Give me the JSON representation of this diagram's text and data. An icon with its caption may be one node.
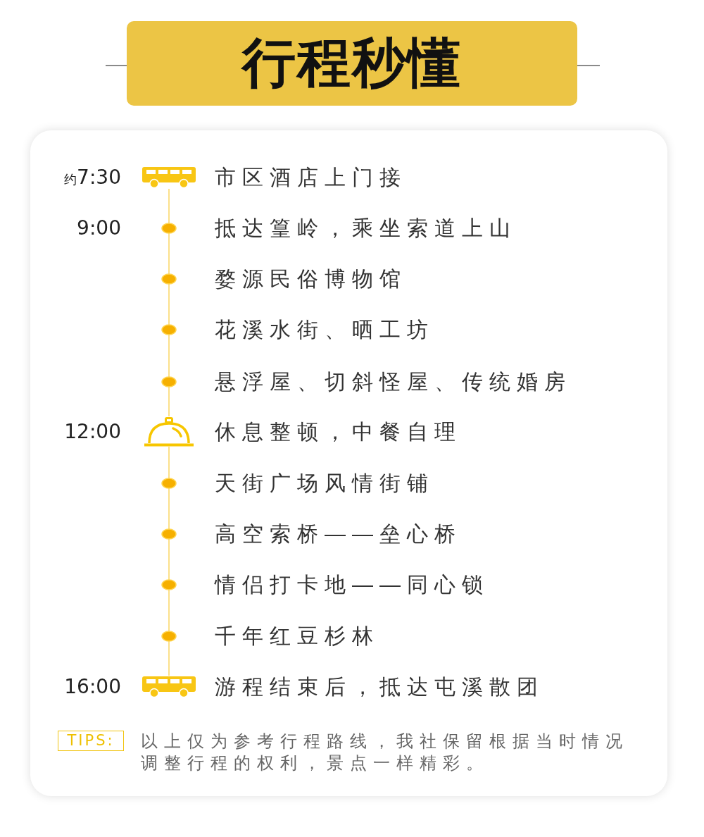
{
  "diagram": {
    "title": "行程秒懂",
    "nodes": [
      {
        "text": [
          "市区酒店上门接"
        ],
        "beside": [
          "约7:30"
        ]
      },
      {
        "text": [
          "抵达篁岭，乘坐索道上山"
        ],
        "beside": [
          "9:00"
        ]
      },
      {
        "text": [
          "婺源民俗博物馆"
        ]
      },
      {
        "text": [
          "花溪水街、晒工坊"
        ]
      },
      {
        "text": [
          "悬浮屋、切斜怪屋、传统婚房"
        ]
      },
      {
        "text": [
          "休息整顿，中餐自理"
        ],
        "beside": [
          "12:00"
        ]
      },
      {
        "text": [
          "天街广场风情街铺"
        ]
      },
      {
        "text": [
          "高空索桥——垒心桥"
        ]
      },
      {
        "text": [
          "情侣打卡地——同心锁"
        ]
      },
      {
        "text": [
          "千年红豆杉林"
        ]
      },
      {
        "text": [
          "游程结束后，抵达屯溪散团"
        ],
        "beside": [
          "16:00"
        ]
      }
    ],
    "edges": [
      {
        "from": 0,
        "to": 1,
        "arrow": "none"
      },
      {
        "from": 1,
        "to": 2,
        "arrow": "none"
      },
      {
        "from": 2,
        "to": 3,
        "arrow": "none"
      },
      {
        "from": 3,
        "to": 4,
        "arrow": "none"
      },
      {
        "from": 4,
        "to": 5,
        "arrow": "none"
      },
      {
        "from": 5,
        "to": 6,
        "arrow": "none"
      },
      {
        "from": 6,
        "to": 7,
        "arrow": "none"
      },
      {
        "from": 7,
        "to": 8,
        "arrow": "none"
      },
      {
        "from": 8,
        "to": 9,
        "arrow": "none"
      },
      {
        "from": 9,
        "to": 10,
        "arrow": "none"
      }
    ],
    "labels": [
      "TIPS:",
      "以上仅为参考行程路线，我社保留根据当时情况调整行程的权利，景点一样精彩。"
    ]
  }
}
